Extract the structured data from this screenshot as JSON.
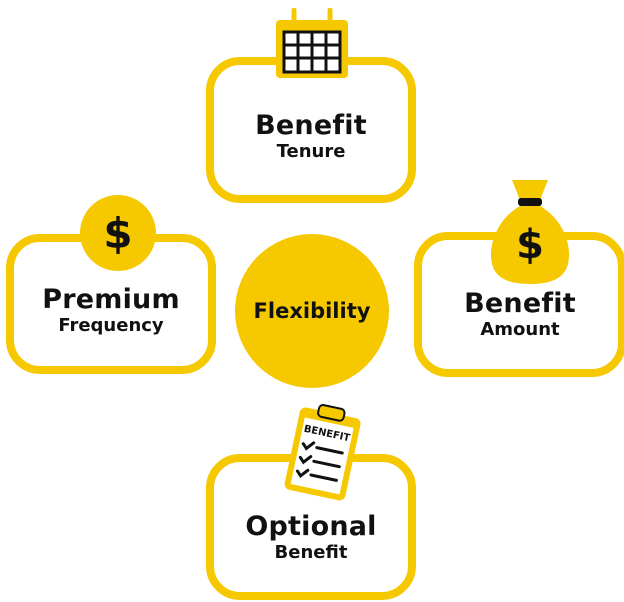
{
  "center": {
    "label": "Flexibility"
  },
  "nodes": {
    "top": {
      "title": "Benefit",
      "subtitle": "Tenure",
      "icon": "calendar-icon"
    },
    "left": {
      "title": "Premium",
      "subtitle": "Frequency",
      "icon": "dollar-coin-icon"
    },
    "right": {
      "title": "Benefit",
      "subtitle": "Amount",
      "icon": "money-bag-icon"
    },
    "bottom": {
      "title": "Optional",
      "subtitle": "Benefit",
      "icon": "clipboard-icon",
      "icon_text": "BENEFIT"
    }
  },
  "symbols": {
    "currency": "$"
  },
  "colors": {
    "accent": "#F6C800",
    "text": "#111111",
    "background": "#FFFFFF"
  }
}
